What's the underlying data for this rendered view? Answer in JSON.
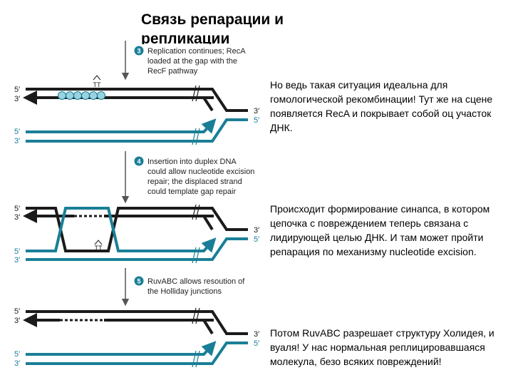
{
  "title": "Связь репарации и репликации",
  "colors": {
    "black_strand": "#1b1b1b",
    "teal_strand": "#1a7f96",
    "badge": "#1a7f96",
    "arrow": "#6d6d6d",
    "recA": "#9ad3df"
  },
  "steps": [
    {
      "number": "3",
      "lines": [
        "Replication continues; RecA",
        "loaded at the gap with the",
        "RecF pathway"
      ]
    },
    {
      "number": "4",
      "lines": [
        "Insertion into duplex DNA",
        "could allow nucleotide excision",
        "repair; the displaced strand",
        "could template gap repair"
      ]
    },
    {
      "number": "5",
      "lines": [
        "RuvABC allows resoution of",
        "the Holliday junctions"
      ]
    }
  ],
  "strand_labels": {
    "five_prime": "5′",
    "three_prime": "3′"
  },
  "dimer_mark": "TT",
  "descriptions": [
    "Но ведь такая ситуация идеальна для гомологической рекомбинации! Тут же на сцене появляется RecA и покрывает собой оц участок ДНК.",
    "Происходит формирование синапса, в котором цепочка с повреждением теперь связана с лидирующей целью ДНК. И там может пройти репарация по механизму nucleotide excision.",
    "Потом RuvABC разрешает структуру Холидея, и вуаля! У нас нормальная реплицировавшаяся молекула, безо всяких повреждений!"
  ]
}
